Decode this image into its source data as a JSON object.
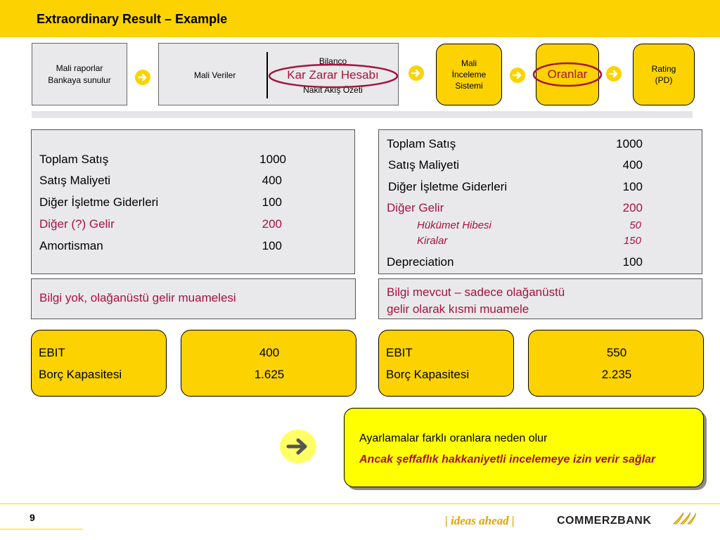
{
  "header": {
    "title": "Extraordinary Result – Example"
  },
  "flow": {
    "box1_line1": "Mali raporlar",
    "box1_line2": "Bankaya sunulur",
    "box2_left": "Mali Veriler",
    "box2_bilanco": "Bilanço",
    "box2_karzarar": "Kar Zarar Hesabı",
    "box2_nakit": "Nakit Akış Özeti",
    "box3_line1": "Mali",
    "box3_line2": "İnceleme",
    "box3_line3": "Sistemi",
    "box4": "Oranlar",
    "box5_line1": "Rating",
    "box5_line2": "(PD)"
  },
  "left_panel": {
    "rows": [
      {
        "label": "Toplam Satış",
        "value": "1000"
      },
      {
        "label": "Satış Maliyeti",
        "value": "400"
      },
      {
        "label": "Diğer İşletme Giderleri",
        "value": "100"
      },
      {
        "label": "Diğer (?) Gelir",
        "value": "200"
      },
      {
        "label": "Amortisman",
        "value": "100"
      }
    ]
  },
  "right_panel": {
    "rows": [
      {
        "label": "Toplam Satış",
        "value": "1000"
      },
      {
        "label": "Satış Maliyeti",
        "value": "400"
      },
      {
        "label": "Diğer İşletme Giderleri",
        "value": "100"
      },
      {
        "label": "Diğer Gelir",
        "value": "200"
      },
      {
        "label": "Hükümet Hibesi",
        "value": "50"
      },
      {
        "label": "Kiralar",
        "value": "150"
      },
      {
        "label": "Depreciation",
        "value": "100"
      }
    ]
  },
  "left_note": "Bilgi yok, olağanüstü gelir muamelesi",
  "right_note_line1": "Bilgi mevcut – sadece olağanüstü",
  "right_note_line2": "gelir olarak kısmi muamele",
  "left_result": {
    "label1": "EBIT",
    "label2": "Borç Kapasitesi",
    "value1": "400",
    "value2": "1.625"
  },
  "right_result": {
    "label1": "EBIT",
    "label2": "Borç Kapasitesi",
    "value1": "550",
    "value2": "2.235"
  },
  "callout": {
    "line1": "Ayarlamalar farklı oranlara neden olur",
    "line2": "Ancak şeffaflık hakkaniyetli incelemeye izin verir sağlar"
  },
  "footer": {
    "page_number": "9",
    "slogan": "| ideas ahead |",
    "brand": "COMMERZBANK"
  },
  "colors": {
    "accent_yellow": "#fcd200",
    "highlight_red": "#a6133c",
    "panel_gray": "#e9e9eb"
  }
}
